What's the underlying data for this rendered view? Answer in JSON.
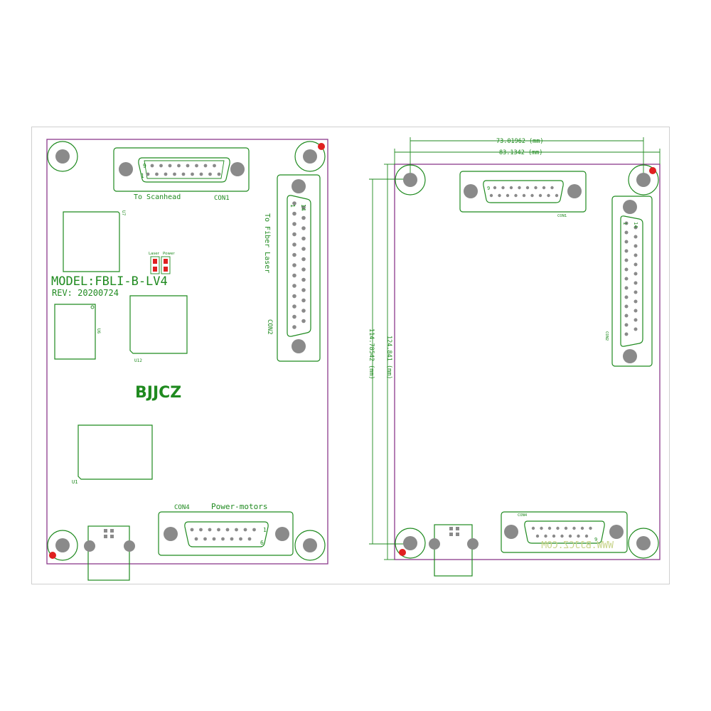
{
  "left_view": {
    "model": "MODEL:FBLI-B-LV4",
    "rev": "REV: 20200724",
    "brand": "BJJCZ",
    "con1_label": "To Scanhead",
    "con1_ref": "CON1",
    "con2_label": "To Fiber Laser",
    "con2_ref": "CON2",
    "con4_ref": "CON4",
    "con4_label": "Power-motors",
    "db9_pin_a": "9",
    "db9_pin_b": "1",
    "db25_pin_a": "1",
    "db25_pin_b": "14",
    "db15_pin_a": "1",
    "db15_pin_b": "6",
    "led_laser": "Laser",
    "led_power": "Power",
    "u7": "U7",
    "u6": "U6",
    "u12": "U12",
    "u1": "U1"
  },
  "right_view": {
    "dim_top_1": "73.01962 (mm)",
    "dim_top_2": "83.1342 (mm)",
    "dim_left_1": "114.78542 (mm)",
    "dim_left_2": "124.841 (mm)",
    "con1_ref": "CON1",
    "con2_ref": "CON2",
    "con4_ref": "CON4",
    "watermark": "WWW.BJJCZ.COM",
    "db9_pin_a": "9",
    "db25_pin_a": "1",
    "db25_pin_b": "14",
    "db15_pin_b": "9"
  },
  "colors": {
    "silkscreen": "#1f8a1f",
    "board_outline": "#8b3a8b",
    "pin1_marker": "#e02020",
    "led_red": "#e02020",
    "watermark": "#c8d48a"
  }
}
